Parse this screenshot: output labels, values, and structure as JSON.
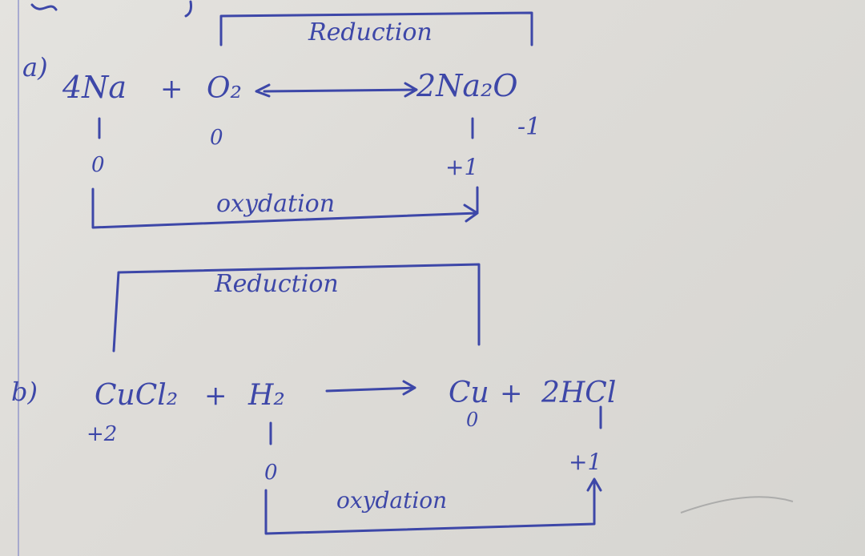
{
  "section_a": {
    "label": "a)",
    "reduction_label": "Reduction",
    "oxidation_label": "oxydation",
    "equation": {
      "reactant1": "4Na",
      "plus": "+",
      "reactant2": "O₂",
      "product": "2Na₂O"
    },
    "ox_states": {
      "na_reactant": "0",
      "o_reactant": "0",
      "o_product": "-1",
      "na_product": "+1"
    }
  },
  "section_b": {
    "label": "b)",
    "reduction_label": "Reduction",
    "oxidation_label": "oxydation",
    "equation": {
      "reactant1": "CuCl₂",
      "plus1": "+",
      "reactant2": "H₂",
      "product1": "Cu",
      "plus2": "+",
      "product2": "2HCl"
    },
    "ox_states": {
      "cu_reactant": "+2",
      "h_reactant": "0",
      "cu_product": "0",
      "h_product": "+1"
    }
  },
  "colors": {
    "ink": "#3d47a8",
    "paper": "#e2e1dd",
    "margin": "#8f93c9"
  }
}
